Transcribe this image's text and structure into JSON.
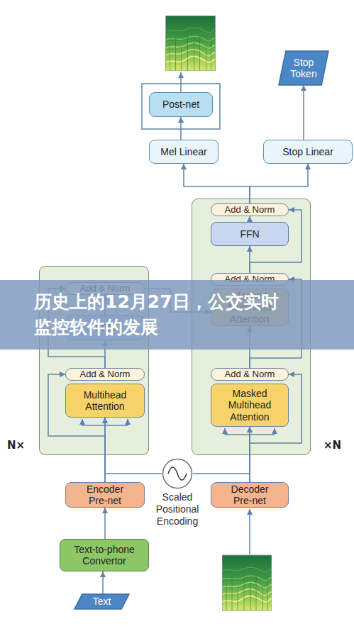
{
  "diagram": {
    "title": "历史上的12月27日，公交实时 监控软件的发展",
    "nodes": [
      {
        "text": [
          "Stop Token"
        ]
      },
      {
        "text": [
          "Post-net"
        ]
      },
      {
        "text": [
          "Mel Linear"
        ]
      },
      {
        "text": [
          "Stop Linear"
        ]
      },
      {
        "text": [
          "×N"
        ]
      },
      {
        "text": [
          "Add & Norm"
        ],
        "in": 4
      },
      {
        "text": [
          "FFN"
        ],
        "in": 4
      },
      {
        "text": [
          "Add & Norm"
        ],
        "in": 4
      },
      {
        "text": [
          "Masked Multihead Attention"
        ],
        "in": 4
      },
      {
        "text": [
          "N×"
        ]
      },
      {
        "text": [
          "Add & Norm"
        ],
        "in": 9
      },
      {
        "text": [
          "FFN"
        ],
        "in": 9
      },
      {
        "text": [
          "Add & Norm"
        ],
        "in": 9
      },
      {
        "text": [
          "Multihead Attention"
        ],
        "in": 9
      },
      {
        "text": [
          "Add & Norm"
        ],
        "in": 4
      },
      {
        "text": [
          "Masked Multihead Attention"
        ],
        "in": 4
      },
      {
        "text": [
          "Encoder Pre-net"
        ]
      },
      {
        "text": [
          "Scaled Positional Encoding"
        ]
      },
      {
        "text": [
          "Decoder Pre-net"
        ]
      },
      {
        "text": [
          "Text-to-phone Convertor"
        ]
      },
      {
        "text": [
          "Text"
        ]
      }
    ],
    "edges": [
      {
        "from": 20,
        "to": 19,
        "arrow": "to"
      },
      {
        "from": 19,
        "to": 16,
        "arrow": "to"
      },
      {
        "from": 16,
        "to": 13,
        "arrow": "to"
      },
      {
        "from": 16,
        "to": 12,
        "arrow": "to"
      },
      {
        "from": 17,
        "to": 13,
        "arrow": "to"
      },
      {
        "from": 17,
        "to": 15,
        "arrow": "to"
      },
      {
        "from": 12,
        "to": 11,
        "arrow": "to"
      },
      {
        "from": 12,
        "to": 10,
        "arrow": "to"
      },
      {
        "from": 11,
        "to": 10,
        "arrow": "to"
      },
      {
        "from": 10,
        "to": 8,
        "arrow": "to"
      },
      {
        "from": 18,
        "to": 15,
        "arrow": "to"
      },
      {
        "from": 18,
        "to": 14,
        "arrow": "to"
      },
      {
        "from": 14,
        "to": 8,
        "arrow": "to"
      },
      {
        "from": 14,
        "to": 7,
        "arrow": "to"
      },
      {
        "from": 7,
        "to": 6,
        "arrow": "to"
      },
      {
        "from": 7,
        "to": 5,
        "arrow": "to"
      },
      {
        "from": 6,
        "to": 5,
        "arrow": "to"
      },
      {
        "from": 5,
        "to": 2,
        "arrow": "to"
      },
      {
        "from": 5,
        "to": 3,
        "arrow": "to"
      },
      {
        "from": 2,
        "to": 1,
        "arrow": "to"
      },
      {
        "from": 3,
        "to": 0,
        "arrow": "to"
      }
    ]
  }
}
